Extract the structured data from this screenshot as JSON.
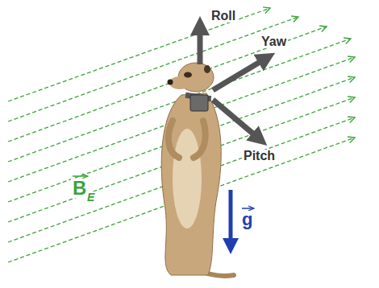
{
  "diagram": {
    "labels": [
      "Roll",
      "Yaw",
      "Pitch",
      "B",
      "E",
      "g"
    ]
  }
}
